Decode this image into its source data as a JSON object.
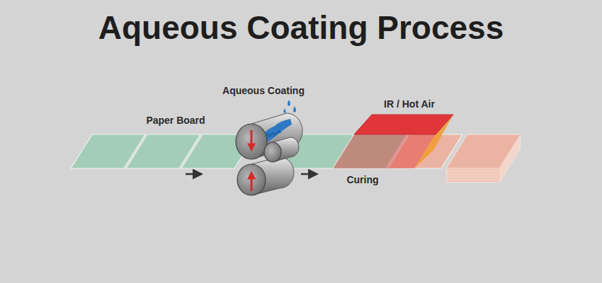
{
  "diagram": {
    "title": "Aqueous Coating Process",
    "labels": [
      "Aqueous Coating",
      "Paper Board",
      "IR / Hot Air",
      "Curing"
    ]
  }
}
